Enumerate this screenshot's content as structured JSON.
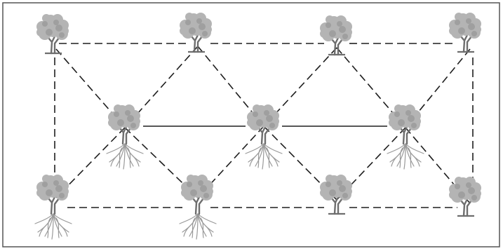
{
  "diagram": {
    "frame_color": "#555555",
    "background": "#ffffff",
    "foliage_color": "#b4b4b4",
    "foliage_shadow": "#8e8e8e",
    "trunk_color": "#6e6e6e",
    "root_color": "#9a9a9a",
    "line_color": "#1e1e1e",
    "trees": [
      {
        "id": "t1",
        "icon": "tree-icon",
        "roots": false
      },
      {
        "id": "t2",
        "icon": "tree-icon",
        "roots": false
      },
      {
        "id": "t3",
        "icon": "tree-icon",
        "roots": false
      },
      {
        "id": "t4",
        "icon": "tree-icon",
        "roots": false
      },
      {
        "id": "t5",
        "icon": "tree-with-roots-icon",
        "roots": true
      },
      {
        "id": "t6",
        "icon": "tree-with-roots-icon",
        "roots": true
      },
      {
        "id": "t7",
        "icon": "tree-with-roots-icon",
        "roots": true
      },
      {
        "id": "t8",
        "icon": "tree-with-roots-icon",
        "roots": true
      },
      {
        "id": "t9",
        "icon": "tree-with-roots-icon",
        "roots": true
      },
      {
        "id": "t10",
        "icon": "tree-icon",
        "roots": false
      },
      {
        "id": "t11",
        "icon": "tree-icon",
        "roots": false
      }
    ],
    "connections": [
      {
        "from": "t1",
        "to": "t2",
        "style": "dashed"
      },
      {
        "from": "t2",
        "to": "t3",
        "style": "dashed"
      },
      {
        "from": "t3",
        "to": "t4",
        "style": "dashed"
      },
      {
        "from": "t1",
        "to": "t8",
        "style": "dashed"
      },
      {
        "from": "t4",
        "to": "t11",
        "style": "dashed"
      },
      {
        "from": "t8",
        "to": "t9",
        "style": "dashed"
      },
      {
        "from": "t9",
        "to": "t10",
        "style": "dashed"
      },
      {
        "from": "t10",
        "to": "t11",
        "style": "dashed"
      },
      {
        "from": "t5",
        "to": "t6",
        "style": "solid"
      },
      {
        "from": "t6",
        "to": "t7",
        "style": "solid"
      },
      {
        "from": "t1",
        "to": "t5",
        "style": "dashed"
      },
      {
        "from": "t2",
        "to": "t5",
        "style": "dashed"
      },
      {
        "from": "t2",
        "to": "t6",
        "style": "dashed"
      },
      {
        "from": "t3",
        "to": "t6",
        "style": "dashed"
      },
      {
        "from": "t3",
        "to": "t7",
        "style": "dashed"
      },
      {
        "from": "t4",
        "to": "t7",
        "style": "dashed"
      },
      {
        "from": "t5",
        "to": "t8",
        "style": "dashed"
      },
      {
        "from": "t5",
        "to": "t9",
        "style": "dashed"
      },
      {
        "from": "t6",
        "to": "t9",
        "style": "dashed"
      },
      {
        "from": "t6",
        "to": "t10",
        "style": "dashed"
      },
      {
        "from": "t7",
        "to": "t10",
        "style": "dashed"
      },
      {
        "from": "t7",
        "to": "t11",
        "style": "dashed"
      }
    ]
  }
}
